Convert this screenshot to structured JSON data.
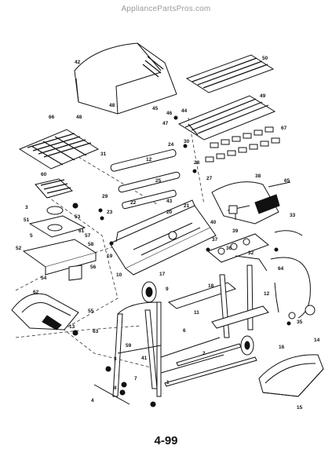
{
  "watermark": "AppliancePartsPros.com",
  "page_number": "4-99",
  "callouts": [
    "42",
    "50",
    "48",
    "49",
    "44",
    "46",
    "45",
    "47",
    "48",
    "66",
    "67",
    "31",
    "24",
    "30",
    "12",
    "28",
    "25",
    "27",
    "60",
    "38",
    "65",
    "29",
    "22",
    "23",
    "43",
    "21",
    "20",
    "3",
    "33",
    "51",
    "53",
    "37",
    "5",
    "57",
    "61",
    "39",
    "40",
    "52",
    "54",
    "58",
    "56",
    "19",
    "55",
    "13",
    "62",
    "9",
    "10",
    "17",
    "16",
    "11",
    "14",
    "12",
    "6",
    "41",
    "4",
    "8",
    "7",
    "15",
    "2",
    "1",
    "3",
    "35",
    "64",
    "36",
    "32",
    "63",
    "18",
    "59"
  ]
}
